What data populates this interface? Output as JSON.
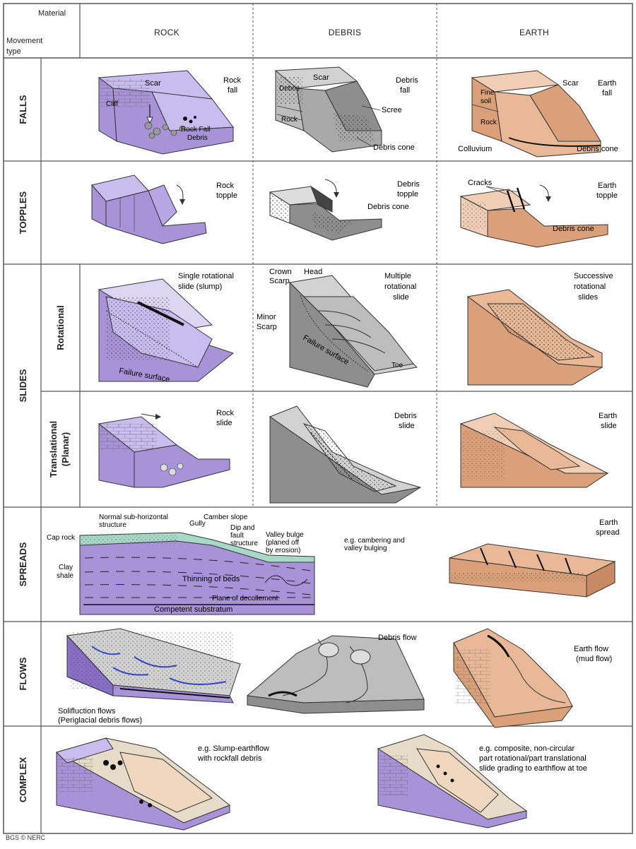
{
  "header": {
    "material": "Material",
    "movement_type_1": "Movement",
    "movement_type_2": "type",
    "col_rock": "ROCK",
    "col_debris": "DEBRIS",
    "col_earth": "EARTH"
  },
  "rows": {
    "falls": "FALLS",
    "topples": "TOPPLES",
    "slides": "SLIDES",
    "rotational": "Rotational",
    "translational_1": "Translational",
    "translational_2": "(Planar)",
    "spreads": "SPREADS",
    "flows": "FLOWS",
    "complex": "COMPLEX"
  },
  "labels": {
    "falls": {
      "rock_scar": "Scar",
      "rock_title_1": "Rock",
      "rock_title_2": "fall",
      "rock_debris_1": "Rock Fall",
      "rock_debris_2": "Debris",
      "rock_cliff": "Cliff",
      "debris_scar": "Scar",
      "debris_title_1": "Debris",
      "debris_title_2": "fall",
      "debris_scree": "Scree",
      "debris_cone": "Debris cone",
      "debris_debris": "Debris",
      "debris_rock": "Rock",
      "earth_scar": "Scar",
      "earth_title_1": "Earth",
      "earth_title_2": "fall",
      "earth_fine_1": "Fine",
      "earth_fine_2": "soil",
      "earth_rock": "Rock",
      "earth_colluvium": "Colluvium",
      "earth_cone": "Debris cone"
    },
    "topples": {
      "rock_1": "Rock",
      "rock_2": "topple",
      "debris_1": "Debris",
      "debris_2": "topple",
      "debris_cone": "Debris cone",
      "earth_cracks": "Cracks",
      "earth_1": "Earth",
      "earth_2": "topple",
      "earth_cone": "Debris cone"
    },
    "rotational": {
      "rock_1": "Single rotational",
      "rock_2": "slide (slump)",
      "rock_failure": "Failure surface",
      "debris_crown_1": "Crown",
      "debris_crown_2": "Scarp",
      "debris_head": "Head",
      "debris_minor_1": "Minor",
      "debris_minor_2": "Scarp",
      "debris_failure": "Failure surface",
      "debris_toe": "Toe",
      "debris_1": "Multiple",
      "debris_2": "rotational",
      "debris_3": "slide",
      "earth_1": "Successive",
      "earth_2": "rotational",
      "earth_3": "slides"
    },
    "translational": {
      "rock_1": "Rock",
      "rock_2": "slide",
      "debris_1": "Debris",
      "debris_2": "slide",
      "earth_1": "Earth",
      "earth_2": "slide"
    },
    "spreads": {
      "normal_1": "Normal sub-horizontal",
      "normal_2": "structure",
      "gully": "Gully",
      "camber": "Camber slope",
      "dip_1": "Dip and",
      "dip_2": "fault",
      "dip_3": "structure",
      "valley_1": "Valley bulge",
      "valley_2": "(planed off",
      "valley_3": "by erosion)",
      "cap_rock": "Cap rock",
      "clay_1": "Clay",
      "clay_2": "shale",
      "thinning": "Thinning of beds",
      "plane": "Plane of decollement",
      "competent": "Competent substratum",
      "eg_1": "e.g. cambering and",
      "eg_2": "valley bulging",
      "earth_1": "Earth",
      "earth_2": "spread"
    },
    "flows": {
      "solif_1": "Solifluction flows",
      "solif_2": "(Periglacial debris flows)",
      "debris": "Debris flow",
      "earth_1": "Earth flow",
      "earth_2": "(mud flow)"
    },
    "complex": {
      "left_1": "e.g. Slump-earthflow",
      "left_2": "with rockfall debris",
      "right_1": "e.g. composite, non-circular",
      "right_2": "part rotational/part translational",
      "right_3": "slide grading to earthflow at toe"
    }
  },
  "credit": "BGS © NERC",
  "colors": {
    "rock": "#a993d8",
    "rock_dark": "#8a6fc7",
    "debris": "#a9a9a9",
    "debris_light": "#d2d2d2",
    "earth": "#d9a07a",
    "earth_light": "#f0cfb6",
    "cap": "#a8d8c8",
    "water": "#3344cc",
    "grid": "#555555"
  }
}
